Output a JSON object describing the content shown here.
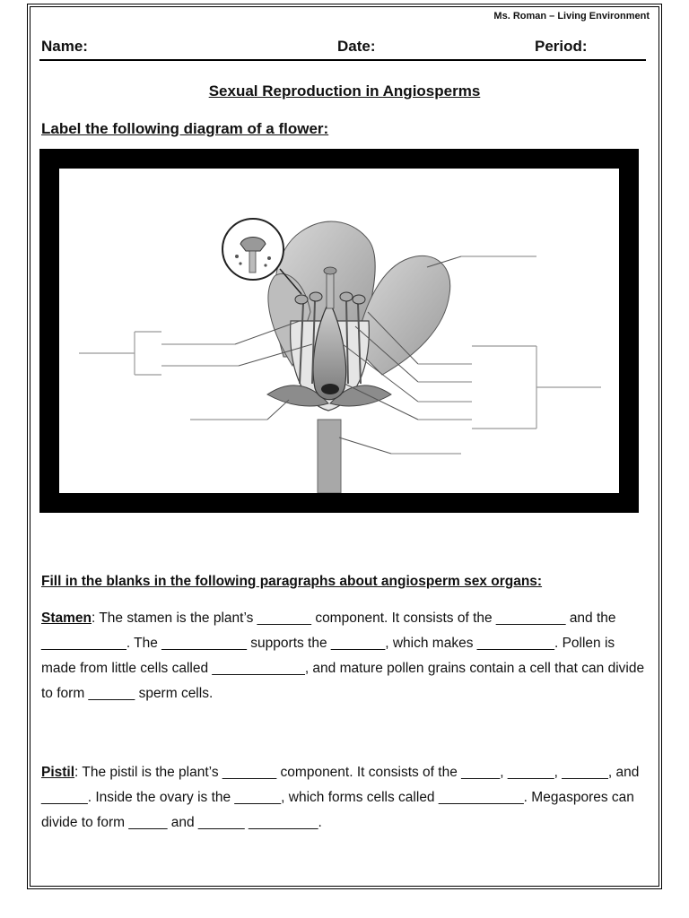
{
  "header": {
    "teacher": "Ms. Roman – Living Environment",
    "name_label": "Name:",
    "date_label": "Date:",
    "period_label": "Period:"
  },
  "title": "Sexual Reproduction in Angiosperms",
  "diagram_instruction": "Label the following diagram of a flower:",
  "fill_instruction": "Fill in the blanks in the following paragraphs about angiosperm sex organs:",
  "stamen": {
    "term": "Stamen",
    "text": ":  The stamen is the plant’s _______ component.  It consists of the _________ and the ___________.  The ___________ supports the _______, which makes __________.  Pollen is made from little cells called ____________, and mature pollen grains contain a cell that can divide to form ______ sperm cells."
  },
  "pistil": {
    "term": "Pistil",
    "text": ": The pistil is the plant’s _______ component.  It consists of the _____, ______, ______, and ______.  Inside the ovary is the ______, which forms cells called ___________.  Megaspores can divide to form _____ and ______ _________."
  }
}
